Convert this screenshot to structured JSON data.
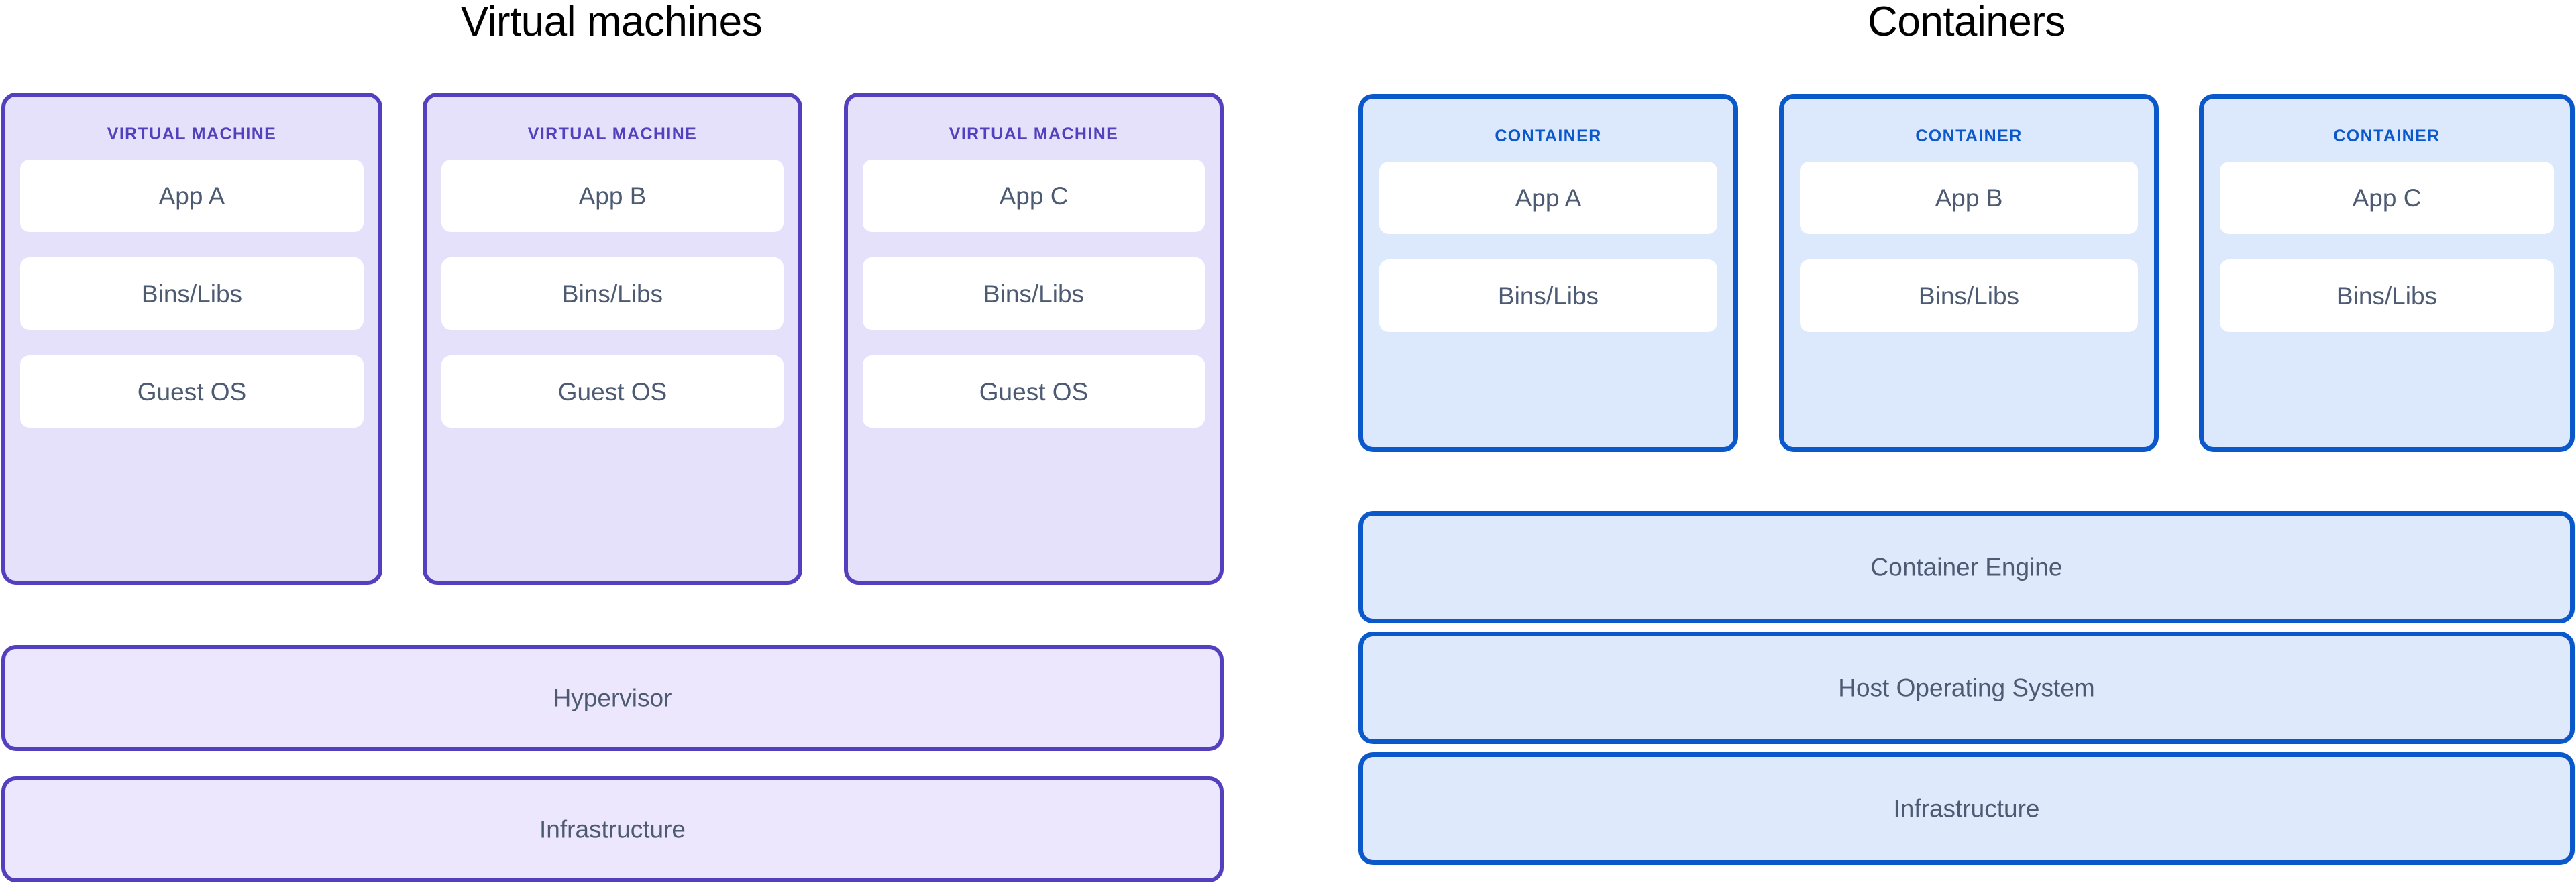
{
  "theme": {
    "vm_border": "#5240BE",
    "vm_card_fill": "#E6E1FB",
    "vm_bar_fill": "#ECE7FC",
    "vm_label_color": "#5240BE",
    "container_border": "#0A58CA",
    "container_card_fill": "#DCE8FB",
    "container_bar_fill": "#DEE9FB",
    "container_label_color": "#0A58CA",
    "body_text_color": "#4C5A72",
    "title_color": "#000000",
    "inner_box_fill": "#FFFFFF",
    "page_background": "#FFFFFF"
  },
  "left": {
    "title": "Virtual machines",
    "card_label": "VIRTUAL MACHINE",
    "cards": [
      {
        "label": "VIRTUAL MACHINE",
        "rows": [
          "App A",
          "Bins/Libs",
          "Guest OS"
        ]
      },
      {
        "label": "VIRTUAL MACHINE",
        "rows": [
          "App B",
          "Bins/Libs",
          "Guest OS"
        ]
      },
      {
        "label": "VIRTUAL MACHINE",
        "rows": [
          "App C",
          "Bins/Libs",
          "Guest OS"
        ]
      }
    ],
    "bars": [
      "Hypervisor",
      "Infrastructure"
    ]
  },
  "right": {
    "title": "Containers",
    "card_label": "CONTAINER",
    "cards": [
      {
        "label": "CONTAINER",
        "rows": [
          "App A",
          "Bins/Libs"
        ]
      },
      {
        "label": "CONTAINER",
        "rows": [
          "App B",
          "Bins/Libs"
        ]
      },
      {
        "label": "CONTAINER",
        "rows": [
          "App C",
          "Bins/Libs"
        ]
      }
    ],
    "bars": [
      "Container Engine",
      "Host Operating System",
      "Infrastructure"
    ]
  }
}
